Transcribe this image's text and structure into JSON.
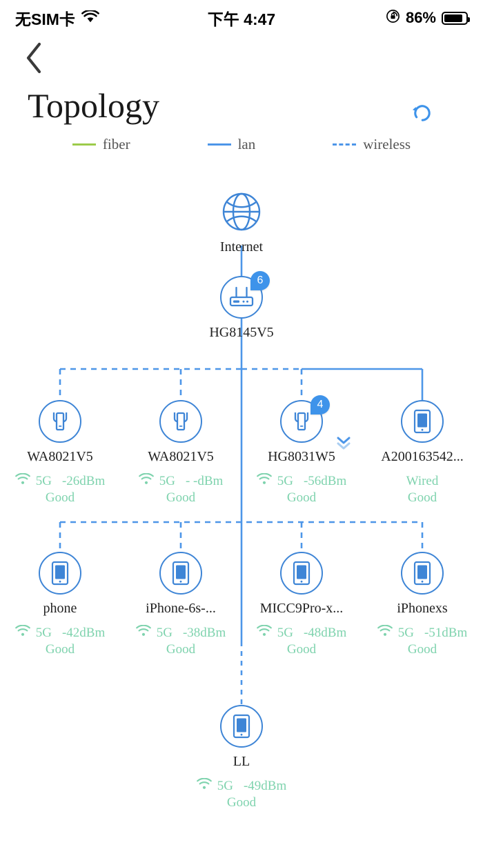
{
  "status_bar": {
    "carrier": "无SIM卡",
    "wifi_icon": "wifi-icon",
    "time": "下午 4:47",
    "lock_icon": "rotation-lock-icon",
    "battery_percent": "86%",
    "battery_icon": "battery-icon"
  },
  "header": {
    "back_icon": "chevron-left-icon",
    "title": "Topology",
    "refresh_icon": "refresh-icon",
    "accent_color": "#3E93EA"
  },
  "legend": {
    "items": [
      {
        "id": "fiber",
        "label": "fiber",
        "color": "#9CCB4A",
        "style": "solid"
      },
      {
        "id": "lan",
        "label": "lan",
        "color": "#4D96E8",
        "style": "solid"
      },
      {
        "id": "wireless",
        "label": "wireless",
        "color": "#4D96E8",
        "style": "dashed"
      }
    ]
  },
  "topology": {
    "line_color": "#4D96E8",
    "node_color": "#3E85D6",
    "status_color": "#7FD3AE",
    "root": {
      "id": "internet",
      "icon": "globe-icon",
      "label": "Internet"
    },
    "gateway": {
      "id": "gateway",
      "icon": "router-icon",
      "label": "HG8145V5",
      "badge": "6",
      "link": "lan"
    },
    "row1": [
      {
        "id": "wa8021v5-1",
        "icon": "extender-icon",
        "label": "WA8021V5",
        "link": "wireless",
        "signal_icon": "wifi-signal-icon",
        "band": "5G",
        "rssi": "-26dBm",
        "quality": "Good",
        "badge": null
      },
      {
        "id": "wa8021v5-2",
        "icon": "extender-icon",
        "label": "WA8021V5",
        "link": "wireless",
        "signal_icon": "wifi-signal-icon",
        "band": "5G",
        "rssi": "- -dBm",
        "quality": "Good",
        "badge": null
      },
      {
        "id": "hg8031w5",
        "icon": "extender-icon",
        "label": "HG8031W5",
        "link": "wireless",
        "signal_icon": "wifi-signal-icon",
        "band": "5G",
        "rssi": "-56dBm",
        "quality": "Good",
        "badge": "4",
        "expander_icon": "double-chevron-down-icon"
      },
      {
        "id": "a200163542",
        "icon": "phone-icon",
        "label": "A200163542...",
        "link": "lan",
        "signal_icon": null,
        "band": "Wired",
        "rssi": "",
        "quality": "Good",
        "badge": null
      }
    ],
    "row2": [
      {
        "id": "phone",
        "icon": "phone-icon",
        "label": "phone",
        "link": "wireless",
        "signal_icon": "wifi-signal-icon",
        "band": "5G",
        "rssi": "-42dBm",
        "quality": "Good"
      },
      {
        "id": "iphone-6s",
        "icon": "phone-icon",
        "label": "iPhone-6s-...",
        "link": "wireless",
        "signal_icon": "wifi-signal-icon",
        "band": "5G",
        "rssi": "-38dBm",
        "quality": "Good"
      },
      {
        "id": "micc9pro",
        "icon": "phone-icon",
        "label": "MICC9Pro-x...",
        "link": "wireless",
        "signal_icon": "wifi-signal-icon",
        "band": "5G",
        "rssi": "-48dBm",
        "quality": "Good"
      },
      {
        "id": "iphonexs",
        "icon": "phone-icon",
        "label": "iPhonexs",
        "link": "wireless",
        "signal_icon": "wifi-signal-icon",
        "band": "5G",
        "rssi": "-51dBm",
        "quality": "Good"
      }
    ],
    "row3": [
      {
        "id": "ll",
        "icon": "phone-icon",
        "label": "LL",
        "link": "wireless",
        "signal_icon": "wifi-signal-icon",
        "band": "5G",
        "rssi": "-49dBm",
        "quality": "Good"
      }
    ]
  }
}
